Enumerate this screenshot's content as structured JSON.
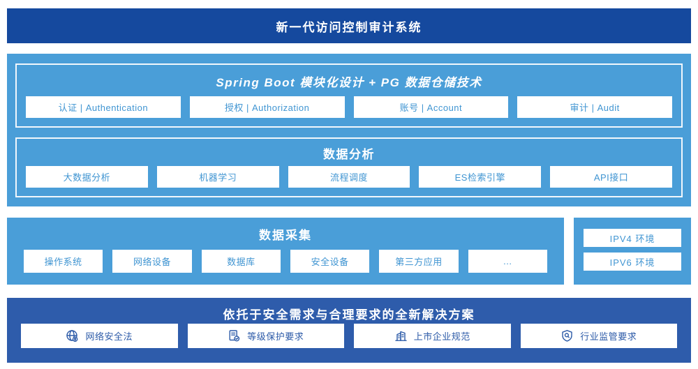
{
  "colors": {
    "banner_dark_blue": "#15499e",
    "mid_blue": "#4a9ed8",
    "solution_blue": "#2e5cab",
    "chip_text_blue": "#4095d2",
    "solution_text_blue": "#2d5ba8",
    "white": "#ffffff"
  },
  "header": {
    "title": "新一代访问控制审计系统"
  },
  "architecture": {
    "spring": {
      "title": "Spring Boot 模块化设计 + PG 数据仓储技术",
      "modules": [
        {
          "label": "认证 | Authentication"
        },
        {
          "label": "授权 | Authorization"
        },
        {
          "label": "账号 | Account"
        },
        {
          "label": "审计 | Audit"
        }
      ]
    },
    "analysis": {
      "title": "数据分析",
      "modules": [
        {
          "label": "大数据分析"
        },
        {
          "label": "机器学习"
        },
        {
          "label": "流程调度"
        },
        {
          "label": "ES检索引擎"
        },
        {
          "label": "API接口"
        }
      ]
    }
  },
  "collection": {
    "title": "数据采集",
    "sources": [
      {
        "label": "操作系统"
      },
      {
        "label": "网络设备"
      },
      {
        "label": "数据库"
      },
      {
        "label": "安全设备"
      },
      {
        "label": "第三方应用"
      },
      {
        "label": "..."
      }
    ]
  },
  "environments": {
    "items": [
      {
        "label": "IPV4 环境"
      },
      {
        "label": "IPV6 环境"
      }
    ]
  },
  "solution": {
    "title": "依托于安全需求与合理要求的全新解决方案",
    "items": [
      {
        "label": "网络安全法",
        "icon": "globe-pin-icon"
      },
      {
        "label": "等级保护要求",
        "icon": "document-check-icon"
      },
      {
        "label": "上市企业规范",
        "icon": "building-icon"
      },
      {
        "label": "行业监管要求",
        "icon": "shield-magnifier-icon"
      }
    ]
  }
}
